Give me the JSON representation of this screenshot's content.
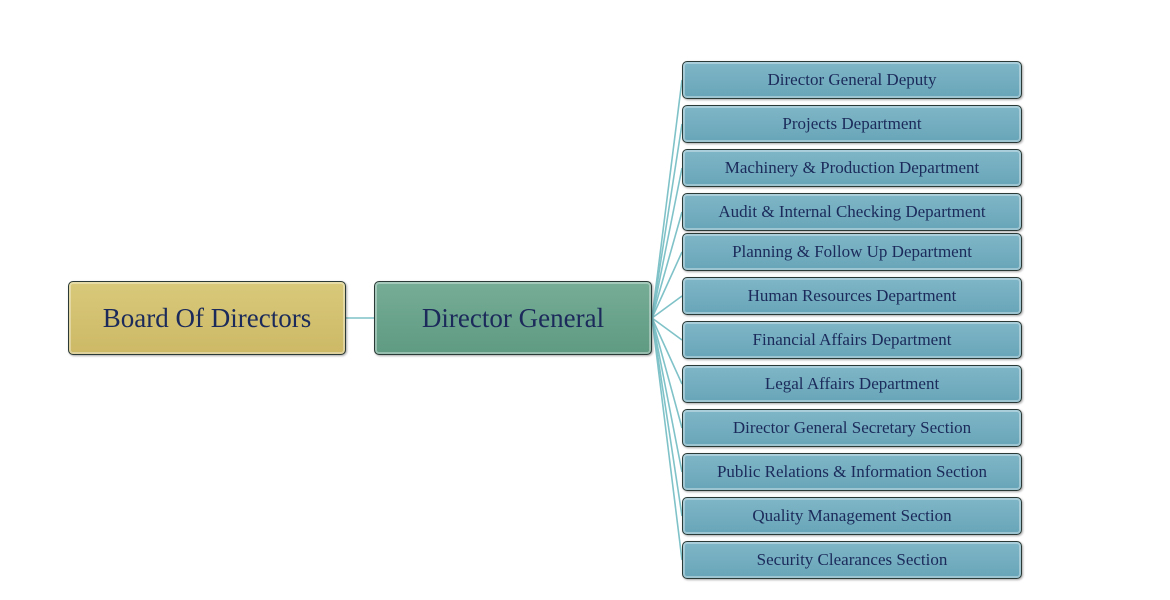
{
  "colors": {
    "board_fill": "#d1bf6d",
    "director_fill": "#68a38b",
    "department_fill": "#6ea9bb",
    "connector": "#7fc2c8",
    "text": "#1b2a5a"
  },
  "board": {
    "label": "Board Of Directors"
  },
  "director": {
    "label": "Director General"
  },
  "departments": [
    {
      "label": "Director General  Deputy"
    },
    {
      "label": "Projects Department"
    },
    {
      "label": "Machinery  & Production Department"
    },
    {
      "label": "Audit & Internal  Checking  Department"
    },
    {
      "label": "Planning  & Follow Up Department"
    },
    {
      "label": "Human Resources Department"
    },
    {
      "label": "Financial  Affairs  Department"
    },
    {
      "label": "Legal  Affairs Department"
    },
    {
      "label": "Director General  Secretary  Section"
    },
    {
      "label": "Public Relations & Information Section"
    },
    {
      "label": "Quality Management  Section"
    },
    {
      "label": "Security  Clearances  Section"
    }
  ]
}
